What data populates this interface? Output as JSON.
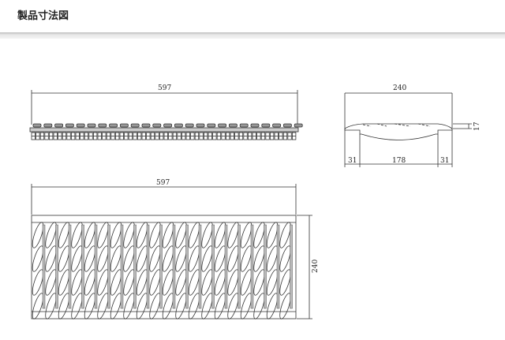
{
  "header": {
    "title": "製品寸法図"
  },
  "front_view": {
    "length": "597"
  },
  "side_view": {
    "width": "240",
    "height": "17",
    "left_flange": "31",
    "inner": "178",
    "right_flange": "31"
  },
  "plan_view": {
    "length": "597",
    "width": "240"
  }
}
